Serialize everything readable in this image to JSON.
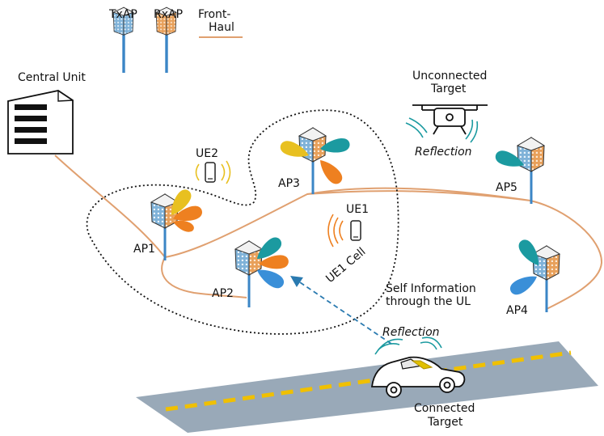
{
  "legend": {
    "txap": "TxAP",
    "rxap": "RxAP",
    "fronthaul_line1": "Front-",
    "fronthaul_line2": "Haul"
  },
  "central_unit": "Central Unit",
  "unconnected_target_line1": "Unconnected",
  "unconnected_target_line2": "Target",
  "reflection_drone": "Reflection",
  "reflection_car": "Reflection",
  "connected_target_line1": "Connected",
  "connected_target_line2": "Target",
  "self_info_line1": "Self Information",
  "self_info_line2": "through the UL",
  "cell_label": "UE1 Cell",
  "ues": {
    "ue1": "UE1",
    "ue2": "UE2"
  },
  "aps": {
    "ap1": "AP1",
    "ap2": "AP2",
    "ap3": "AP3",
    "ap4": "AP4",
    "ap5": "AP5"
  },
  "colors": {
    "tx_face": "#7fb2d8",
    "rx_face": "#e8a05a",
    "fronthaul": "#e0a070",
    "lobe_teal": "#1b9aa0",
    "lobe_orange": "#ee8020",
    "lobe_yellow": "#e8c020",
    "lobe_blue": "#3a8fd8",
    "pole": "#3b86c6",
    "road": "#99a9b8",
    "road_dash": "#f0c000",
    "link_arrow": "#2a7ab0"
  }
}
